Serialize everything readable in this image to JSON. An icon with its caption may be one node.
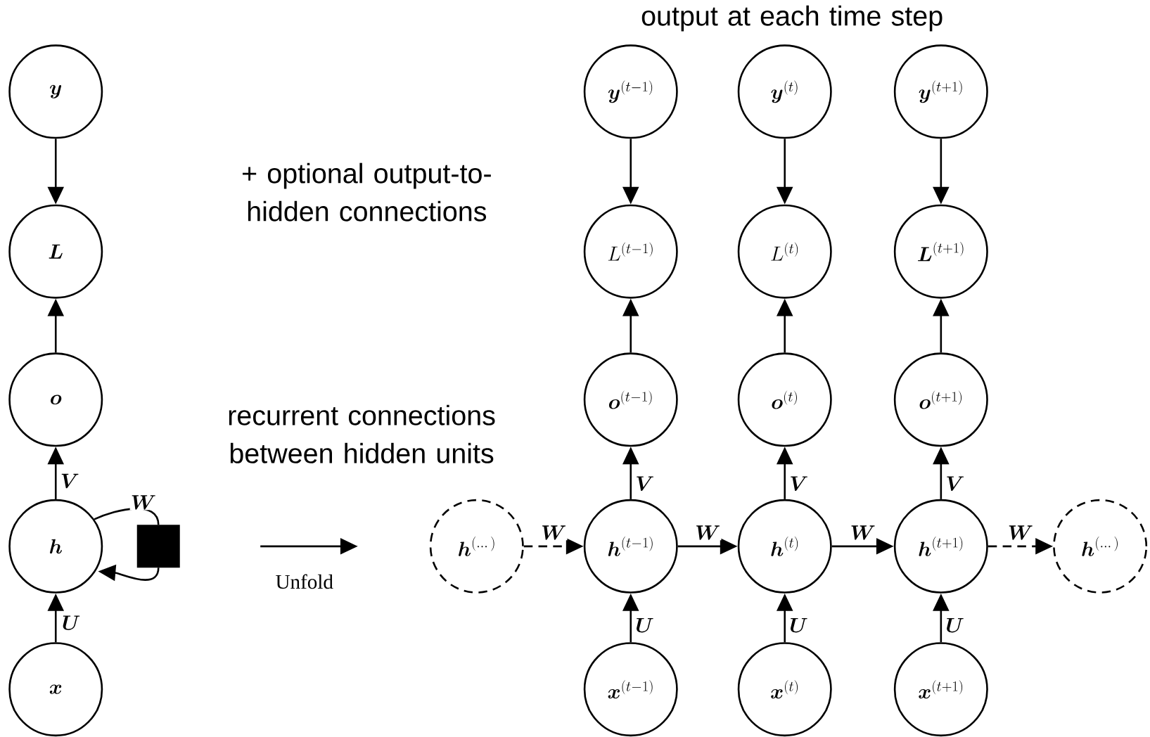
{
  "diagram": {
    "nodes": [
      {
        "text": [
          "\\boldsymbol{y}"
        ]
      },
      {
        "text": [
          "\\boldsymbol{L}"
        ]
      },
      {
        "text": [
          "\\boldsymbol{o}"
        ]
      },
      {
        "text": [
          "\\boldsymbol{h}"
        ]
      },
      {
        "text": [],
        "shape": "box"
      },
      {
        "text": [
          "\\boldsymbol{x}"
        ]
      },
      {
        "text": [
          "\\boldsymbol{y}^{(t-1)}"
        ]
      },
      {
        "text": [
          "\\boldsymbol{y}^{(t)}"
        ]
      },
      {
        "text": [
          "\\boldsymbol{y}^{(t+1)}"
        ]
      },
      {
        "text": [
          "L^{(t-1)}"
        ]
      },
      {
        "text": [
          "L^{(t)}"
        ]
      },
      {
        "text": [
          "\\boldsymbol{L}^{(t+1)}"
        ]
      },
      {
        "text": [
          "\\boldsymbol{o}^{(t-1)}"
        ]
      },
      {
        "text": [
          "\\boldsymbol{o}^{(t)}"
        ]
      },
      {
        "text": [
          "\\boldsymbol{o}^{(t+1)}"
        ]
      },
      {
        "text": [
          "\\boldsymbol{h}^{(\\dots)}"
        ]
      },
      {
        "text": [
          "\\boldsymbol{h}^{(t-1)}"
        ]
      },
      {
        "text": [
          "\\boldsymbol{h}^{(t)}"
        ]
      },
      {
        "text": [
          "\\boldsymbol{h}^{(t+1)}"
        ]
      },
      {
        "text": [
          "\\boldsymbol{h}^{(\\dots)}"
        ]
      },
      {
        "text": [
          "\\boldsymbol{x}^{(t-1)}"
        ]
      },
      {
        "text": [
          "\\boldsymbol{x}^{(t)}"
        ]
      },
      {
        "text": [
          "\\boldsymbol{x}^{(t+1)}"
        ]
      }
    ],
    "edges": [
      {
        "from": 5,
        "to": 3,
        "arrow": "to",
        "label": "\\boldsymbol{U}"
      },
      {
        "from": 3,
        "to": 2,
        "arrow": "to",
        "label": "\\boldsymbol{V}"
      },
      {
        "from": 2,
        "to": 1,
        "arrow": "to"
      },
      {
        "from": 0,
        "to": 1,
        "arrow": "to"
      },
      {
        "from": 3,
        "to": 4,
        "arrow": "none",
        "label": "\\boldsymbol{W}"
      },
      {
        "from": 4,
        "to": 3,
        "arrow": "to"
      },
      {
        "from": 20,
        "to": 16,
        "arrow": "to",
        "label": "\\boldsymbol{U}"
      },
      {
        "from": 16,
        "to": 12,
        "arrow": "to",
        "label": "\\boldsymbol{V}"
      },
      {
        "from": 12,
        "to": 9,
        "arrow": "to"
      },
      {
        "from": 6,
        "to": 9,
        "arrow": "to"
      },
      {
        "from": 21,
        "to": 17,
        "arrow": "to",
        "label": "\\boldsymbol{U}"
      },
      {
        "from": 17,
        "to": 13,
        "arrow": "to",
        "label": "\\boldsymbol{V}"
      },
      {
        "from": 13,
        "to": 10,
        "arrow": "to"
      },
      {
        "from": 7,
        "to": 10,
        "arrow": "to"
      },
      {
        "from": 22,
        "to": 18,
        "arrow": "to",
        "label": "\\boldsymbol{U}"
      },
      {
        "from": 18,
        "to": 14,
        "arrow": "to",
        "label": "\\boldsymbol{V}"
      },
      {
        "from": 14,
        "to": 11,
        "arrow": "to"
      },
      {
        "from": 8,
        "to": 11,
        "arrow": "to"
      },
      {
        "from": 15,
        "to": 16,
        "arrow": "to",
        "label": "\\boldsymbol{W}",
        "style": "dashed"
      },
      {
        "from": 16,
        "to": 17,
        "arrow": "to",
        "label": "\\boldsymbol{W}"
      },
      {
        "from": 17,
        "to": 18,
        "arrow": "to",
        "label": "\\boldsymbol{W}"
      },
      {
        "from": 18,
        "to": 19,
        "arrow": "to",
        "label": "\\boldsymbol{W}",
        "style": "dashed"
      }
    ],
    "labels": [
      "output at each time step",
      "+ optional output-to-hidden connections",
      "recurrent connections between hidden units",
      "Unfold"
    ]
  }
}
